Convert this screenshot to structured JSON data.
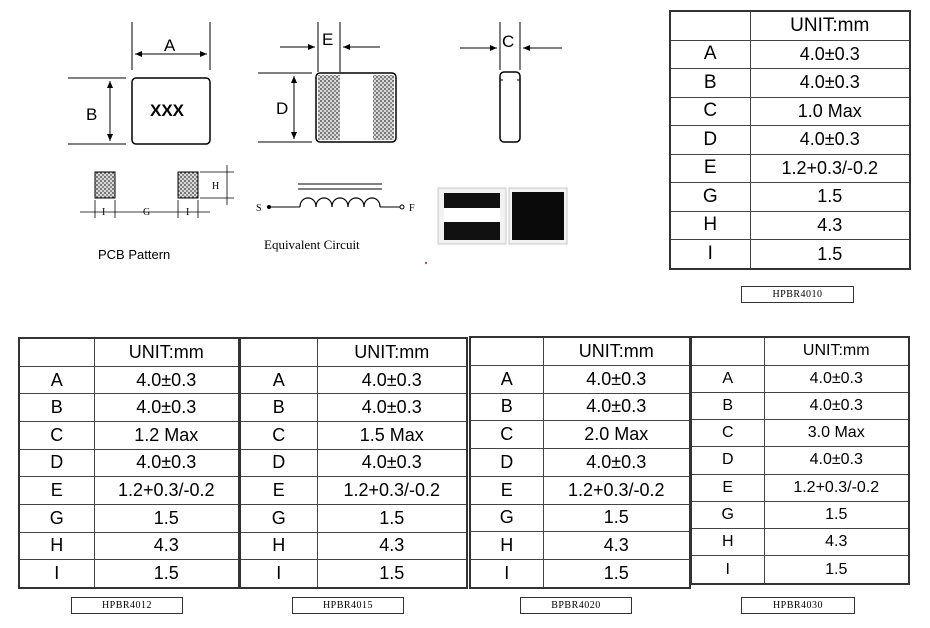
{
  "drawing": {
    "dim_labels": {
      "a": "A",
      "b": "B",
      "e": "E",
      "d": "D",
      "c": "C"
    },
    "part_marking": "XXX",
    "pcb_labels": {
      "i_left": "I",
      "g": "G",
      "i_right": "I",
      "h": "H"
    },
    "pcb_caption": "PCB Pattern",
    "circuit_start": "S",
    "circuit_finish": "F",
    "circuit_caption": "Equivalent Circuit"
  },
  "tables": [
    {
      "id": "hpbr4010",
      "header": "UNIT:mm",
      "caption": "HPBR4010",
      "rows": [
        {
          "key": "A",
          "value": "4.0±0.3"
        },
        {
          "key": "B",
          "value": "4.0±0.3"
        },
        {
          "key": "C",
          "value": "1.0 Max"
        },
        {
          "key": "D",
          "value": "4.0±0.3"
        },
        {
          "key": "E",
          "value": "1.2+0.3/-0.2"
        },
        {
          "key": "G",
          "value": "1.5"
        },
        {
          "key": "H",
          "value": "4.3"
        },
        {
          "key": "I",
          "value": "1.5"
        }
      ]
    },
    {
      "id": "hpbr4012",
      "header": "UNIT:mm",
      "caption": "HPBR4012",
      "rows": [
        {
          "key": "A",
          "value": "4.0±0.3"
        },
        {
          "key": "B",
          "value": "4.0±0.3"
        },
        {
          "key": "C",
          "value": "1.2 Max"
        },
        {
          "key": "D",
          "value": "4.0±0.3"
        },
        {
          "key": "E",
          "value": "1.2+0.3/-0.2"
        },
        {
          "key": "G",
          "value": "1.5"
        },
        {
          "key": "H",
          "value": "4.3"
        },
        {
          "key": "I",
          "value": "1.5"
        }
      ]
    },
    {
      "id": "hpbr4015",
      "header": "UNIT:mm",
      "caption": "HPBR4015",
      "rows": [
        {
          "key": "A",
          "value": "4.0±0.3"
        },
        {
          "key": "B",
          "value": "4.0±0.3"
        },
        {
          "key": "C",
          "value": "1.5 Max"
        },
        {
          "key": "D",
          "value": "4.0±0.3"
        },
        {
          "key": "E",
          "value": "1.2+0.3/-0.2"
        },
        {
          "key": "G",
          "value": "1.5"
        },
        {
          "key": "H",
          "value": "4.3"
        },
        {
          "key": "I",
          "value": "1.5"
        }
      ]
    },
    {
      "id": "bpbr4020",
      "header": "UNIT:mm",
      "caption": "BPBR4020",
      "rows": [
        {
          "key": "A",
          "value": "4.0±0.3"
        },
        {
          "key": "B",
          "value": "4.0±0.3"
        },
        {
          "key": "C",
          "value": "2.0 Max"
        },
        {
          "key": "D",
          "value": "4.0±0.3"
        },
        {
          "key": "E",
          "value": "1.2+0.3/-0.2"
        },
        {
          "key": "G",
          "value": "1.5"
        },
        {
          "key": "H",
          "value": "4.3"
        },
        {
          "key": "I",
          "value": "1.5"
        }
      ]
    },
    {
      "id": "hpbr4030",
      "header": "UNIT:mm",
      "caption": "HPBR4030",
      "rows": [
        {
          "key": "A",
          "value": "4.0±0.3"
        },
        {
          "key": "B",
          "value": "4.0±0.3"
        },
        {
          "key": "C",
          "value": "3.0 Max"
        },
        {
          "key": "D",
          "value": "4.0±0.3"
        },
        {
          "key": "E",
          "value": "1.2+0.3/-0.2"
        },
        {
          "key": "G",
          "value": "1.5"
        },
        {
          "key": "H",
          "value": "4.3"
        },
        {
          "key": "I",
          "value": "1.5"
        }
      ]
    }
  ]
}
